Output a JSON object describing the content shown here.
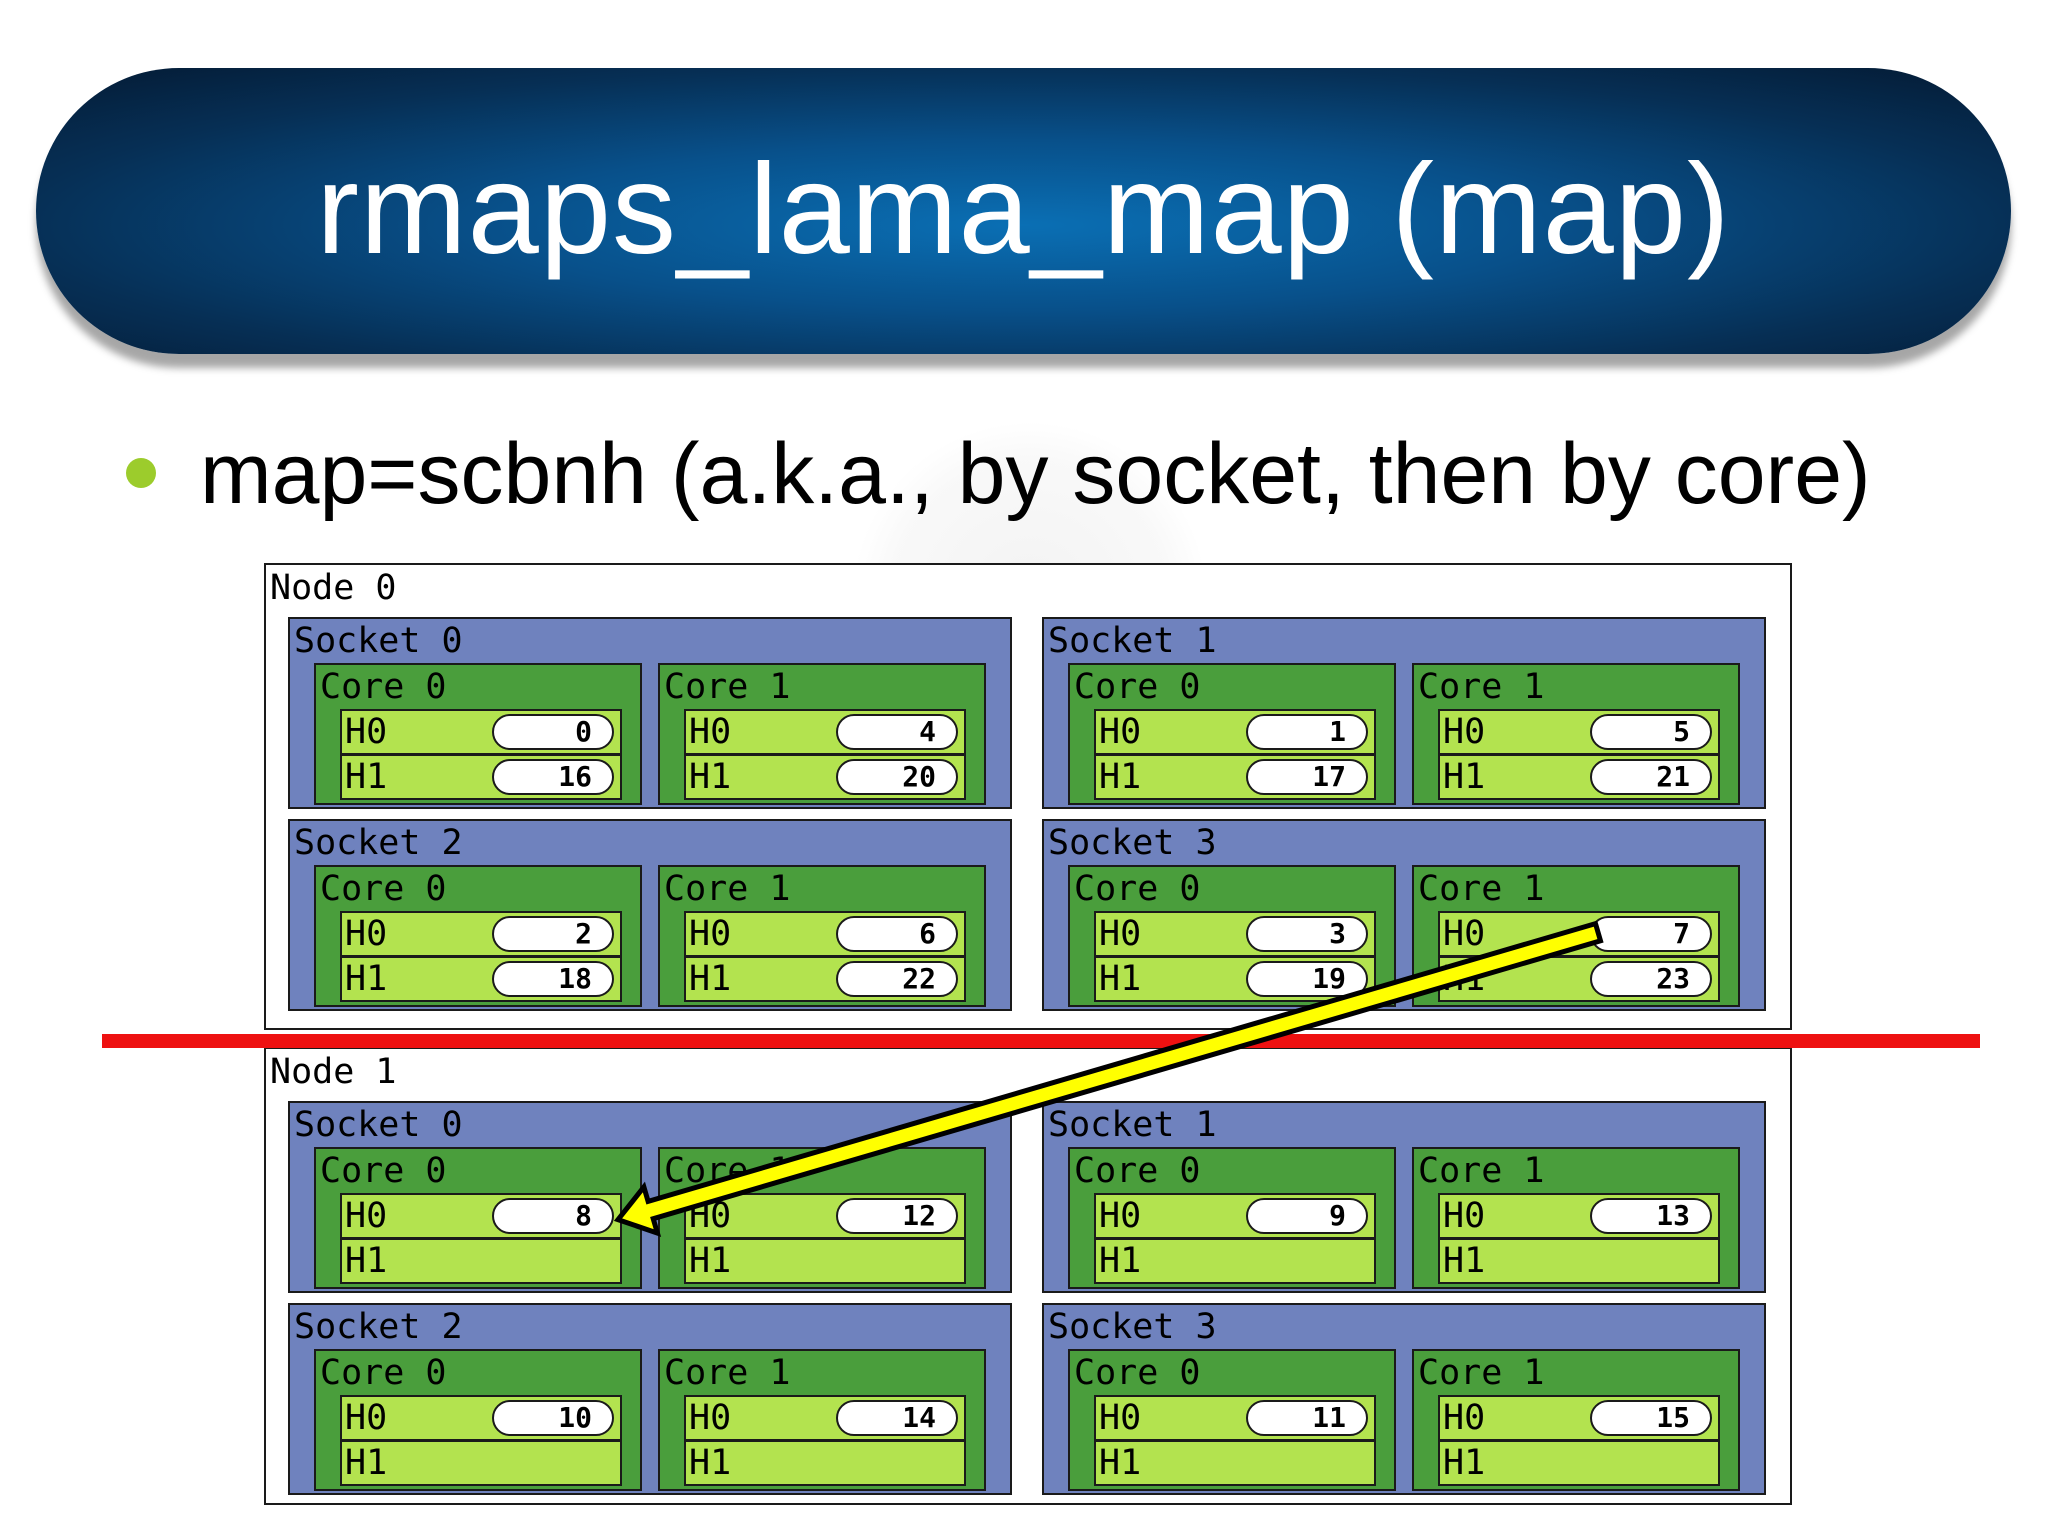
{
  "title": "rmaps_lama_map (map)",
  "bullet": "map=scbnh (a.k.a., by socket, then by core)",
  "colors": {
    "title_bg": "#08508a",
    "socket": "#6f82be",
    "core": "#4a9e3c",
    "hw_thread": "#b3e34f",
    "divider": "#ee1111",
    "arrow_fill": "#ffff00",
    "bullet": "#9ccc2c"
  },
  "diagram": {
    "hw_labels": [
      "H0",
      "H1"
    ],
    "nodes": [
      {
        "label": "Node 0",
        "sockets": [
          {
            "label": "Socket 0",
            "cores": [
              {
                "label": "Core 0",
                "ranks": [
                  "0",
                  "16"
                ]
              },
              {
                "label": "Core 1",
                "ranks": [
                  "4",
                  "20"
                ]
              }
            ]
          },
          {
            "label": "Socket 1",
            "cores": [
              {
                "label": "Core 0",
                "ranks": [
                  "1",
                  "17"
                ]
              },
              {
                "label": "Core 1",
                "ranks": [
                  "5",
                  "21"
                ]
              }
            ]
          },
          {
            "label": "Socket 2",
            "cores": [
              {
                "label": "Core 0",
                "ranks": [
                  "2",
                  "18"
                ]
              },
              {
                "label": "Core 1",
                "ranks": [
                  "6",
                  "22"
                ]
              }
            ]
          },
          {
            "label": "Socket 3",
            "cores": [
              {
                "label": "Core 0",
                "ranks": [
                  "3",
                  "19"
                ]
              },
              {
                "label": "Core 1",
                "ranks": [
                  "7",
                  "23"
                ]
              }
            ]
          }
        ]
      },
      {
        "label": "Node 1",
        "sockets": [
          {
            "label": "Socket 0",
            "cores": [
              {
                "label": "Core 0",
                "ranks": [
                  "8",
                  ""
                ]
              },
              {
                "label": "Core 1",
                "ranks": [
                  "12",
                  ""
                ]
              }
            ]
          },
          {
            "label": "Socket 1",
            "cores": [
              {
                "label": "Core 0",
                "ranks": [
                  "9",
                  ""
                ]
              },
              {
                "label": "Core 1",
                "ranks": [
                  "13",
                  ""
                ]
              }
            ]
          },
          {
            "label": "Socket 2",
            "cores": [
              {
                "label": "Core 0",
                "ranks": [
                  "10",
                  ""
                ]
              },
              {
                "label": "Core 1",
                "ranks": [
                  "14",
                  ""
                ]
              }
            ]
          },
          {
            "label": "Socket 3",
            "cores": [
              {
                "label": "Core 0",
                "ranks": [
                  "11",
                  ""
                ]
              },
              {
                "label": "Core 1",
                "ranks": [
                  "15",
                  ""
                ]
              }
            ]
          }
        ]
      }
    ],
    "arrow": {
      "from_rank": "7",
      "to_rank": "8"
    }
  }
}
